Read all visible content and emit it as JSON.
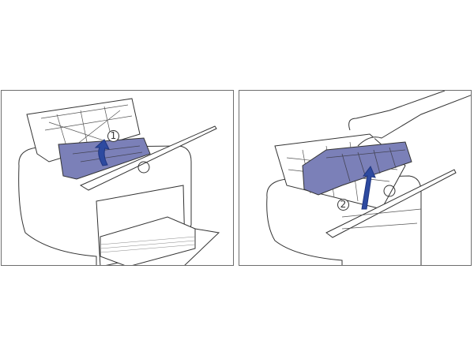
{
  "steps": [
    {
      "number": "1",
      "action": "lift-cartridge-arrow"
    },
    {
      "number": "2",
      "action": "remove-cartridge-arrow"
    }
  ],
  "colors": {
    "cartridge": "#7b80b8",
    "arrow": "#2d4aa0",
    "line": "#333333",
    "frame": "#6e6e6e"
  }
}
